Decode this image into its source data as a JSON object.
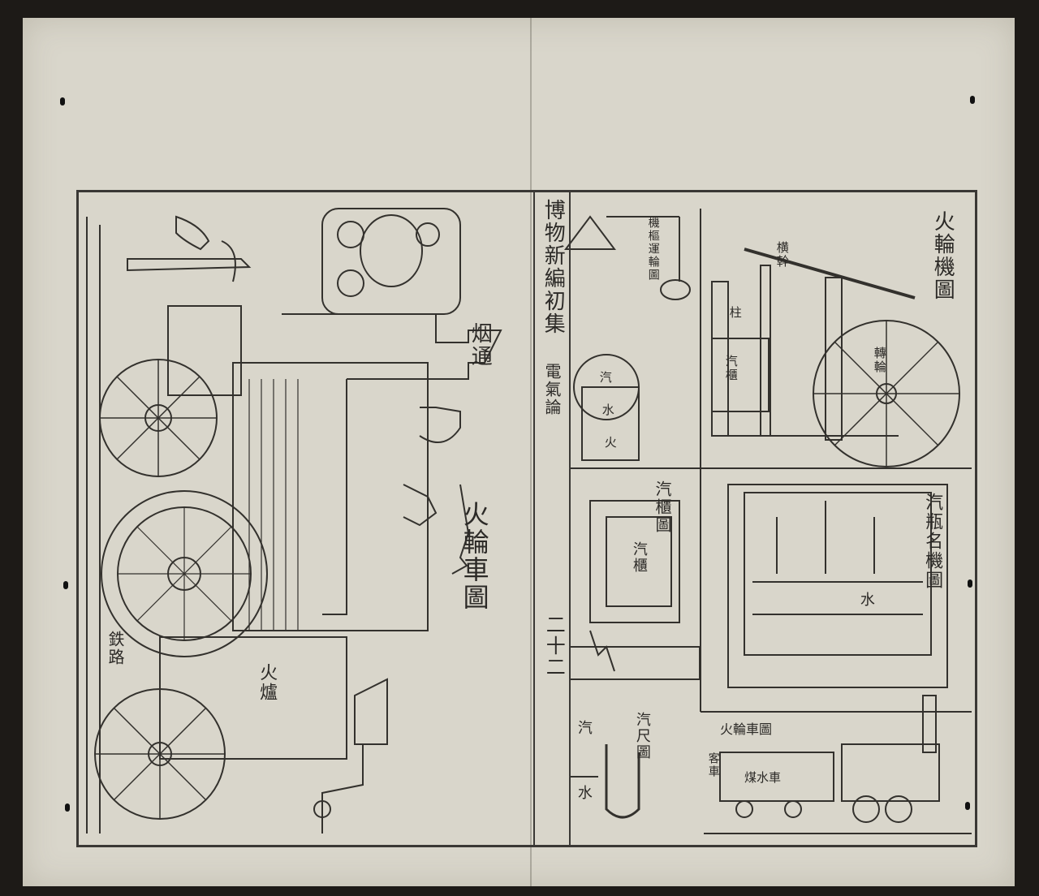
{
  "book": {
    "title": "博物新編初集",
    "chapter": "電氣論",
    "page_number": "二十二"
  },
  "figures": {
    "locomotive": {
      "title": "火輪車圖",
      "chimney": "烟通",
      "firebox": "火爐",
      "railway": "鉄路"
    },
    "engine": {
      "title": "火輪機圖",
      "beam": "横幹",
      "wheel": "轉輪",
      "pillar": "柱",
      "cylinder": "汽櫃"
    },
    "governor": {
      "title": "機樞運輪圖",
      "steam": "汽",
      "water": "水",
      "fire": "火"
    },
    "cylinder_fig": {
      "title": "汽櫃圖",
      "label": "汽櫃"
    },
    "boat_engine": {
      "title": "汽瓶名機圖",
      "water": "水"
    },
    "gauge": {
      "title": "汽尺圖",
      "steam": "汽",
      "water": "水"
    },
    "train": {
      "title": "火輪車圖",
      "tender": "煤水車",
      "carriage": "客車"
    }
  }
}
